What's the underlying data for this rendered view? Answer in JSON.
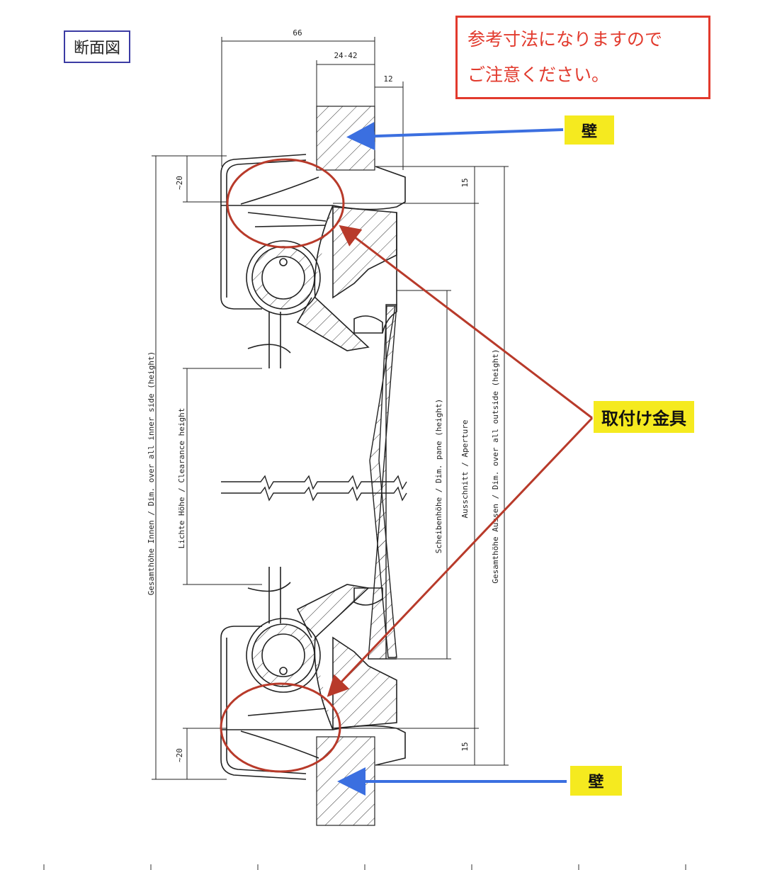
{
  "section_label": "断面図",
  "note": {
    "line1": "参考寸法になりますので",
    "line2": "ご注意ください。"
  },
  "labels": {
    "wall_top": "壁",
    "wall_bottom": "壁",
    "mounting_bracket": "取付け金具"
  },
  "dimensions": {
    "total_width": "66",
    "wall_range": "24-42",
    "frame": "12",
    "top_left": "~20",
    "bottom_left": "~20",
    "top_right": "15",
    "bottom_right": "15"
  },
  "vertical_texts": {
    "inner_total": "Gesamthöhe Innen / Dim. over all inner side (height)",
    "clearance": "Lichte Höhe / Clearance height",
    "pane": "Scheibenhöhe / Dim. pane (height)",
    "aperture": "Ausschnitt / Aperture",
    "outer_total": "Gesamthöhe Aussen / Dim. over all outside (height)"
  },
  "colors": {
    "note_border": "#e23a2d",
    "highlight": "#f5ea1f",
    "arrow_blue": "#3b6fe0",
    "circle_red": "#b83a2a",
    "section_border": "#3b3ba3"
  }
}
